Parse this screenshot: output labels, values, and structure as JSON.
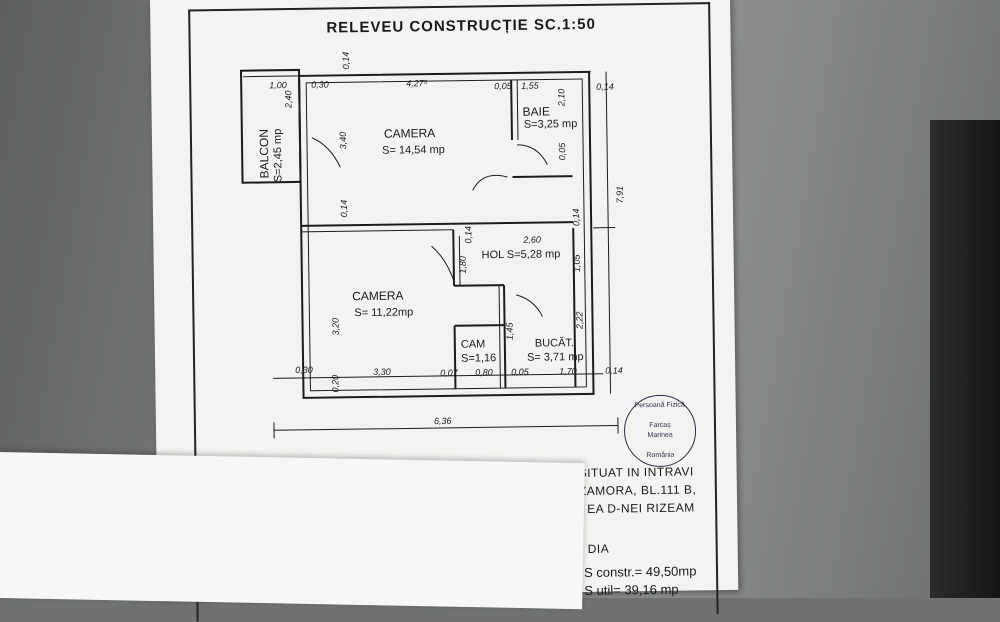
{
  "title": "RELEVEU CONSTRUCȚIE  SC.1:50",
  "rooms": {
    "camera1_name": "CAMERA",
    "camera1_area": "S= 14,54 mp",
    "baie_name": "BAIE",
    "baie_area": "S=3,25 mp",
    "balcon_name": "BALCON",
    "balcon_area": "S=2,45 mp",
    "hol": "HOL S=5,28  mp",
    "camera2_name": "CAMERA",
    "camera2_area": "S= 11,22mp",
    "cam_name": "CAM",
    "cam_area": "S=1,16",
    "bucat_name": "BUCĂT.",
    "bucat_area": "S= 3,71 mp"
  },
  "dimensions": {
    "d_100": "1,00",
    "d_030a": "0,30",
    "d_427": "4,27⁵",
    "d_005a": "0,05",
    "d_155": "1,55",
    "d_014a": "0,14",
    "d_014b": "0,14",
    "d_240": "2,40",
    "d_340": "3,40",
    "d_014c": "0,14",
    "d_210": "2,10",
    "d_005b": "0,05",
    "d_791": "7,91",
    "d_260": "2,60",
    "d_014d": "0,14",
    "d_014e": "0,14",
    "d_180": "1,80",
    "d_105": "1,05",
    "d_320": "3,20",
    "d_222": "2,22",
    "d_145": "1,45",
    "d_030b": "0,30",
    "d_330": "3,30",
    "d_007": "0,07",
    "d_080": "0,80",
    "d_005c": "0,05",
    "d_170": "1,70",
    "d_014f": "0,14",
    "d_020": "0,20",
    "d_636": "6,36"
  },
  "stamp": {
    "line1": "Persoană Fizică",
    "line2": "Farcaș",
    "line3": "Marinea",
    "line4": "România"
  },
  "info": {
    "line1": "SITUAT IN INTRAVI",
    "line2": "ZAMORA, BL.111 B,",
    "line3": "EA D-NEI RIZEAM",
    "line4": "DIA",
    "s_constr": "S constr.= 49,50mp",
    "s_util": "S util= 39,16 mp"
  }
}
